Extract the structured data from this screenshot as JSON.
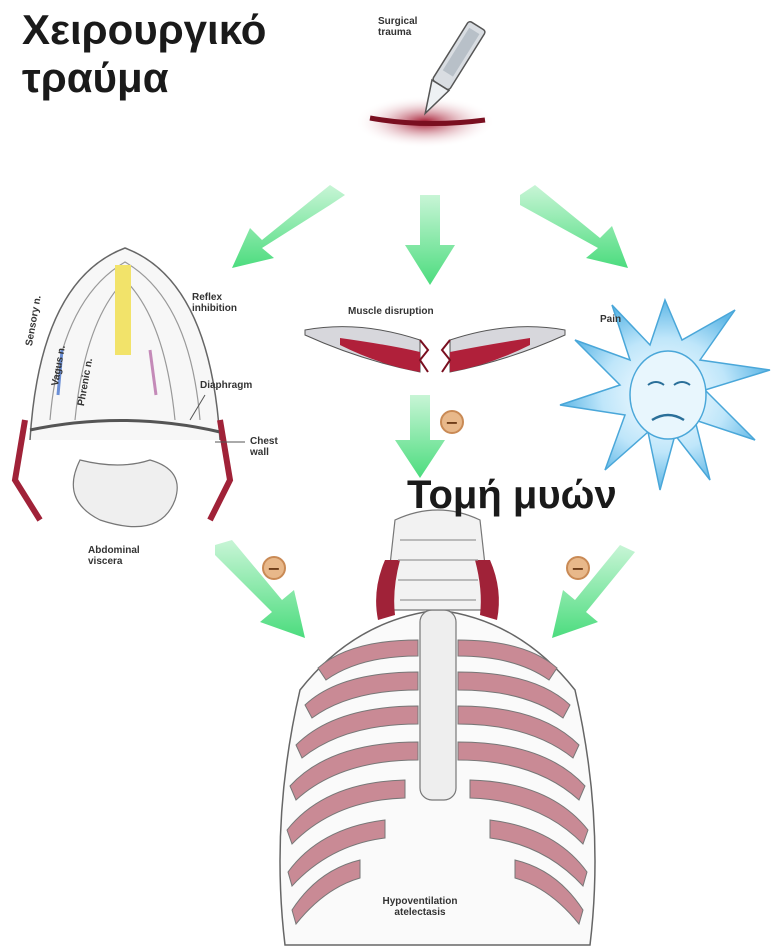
{
  "titles": {
    "main_line1": "Χειρουργικό",
    "main_line2": "τραύμα",
    "muscle": "Τομή μυών"
  },
  "labels": {
    "surgical_trauma": "Surgical trauma",
    "reflex_inhibition": "Reflex inhibition",
    "muscle_disruption": "Muscle disruption",
    "pain": "Pain",
    "diaphragm": "Diaphragm",
    "chest_wall": "Chest wall",
    "abdominal_viscera": "Abdominal viscera",
    "hypoventilation": "Hypoventilation atelectasis",
    "nerve_1": "Sensory n.",
    "nerve_2": "Vagus n.",
    "nerve_3": "Phrenic n."
  },
  "badges": {
    "minus": "−"
  },
  "colors": {
    "arrow": "#6fe89a",
    "muscle_red": "#b0203a",
    "pain_blue": "#8fd0f2",
    "rib_pink": "#c98a95"
  }
}
